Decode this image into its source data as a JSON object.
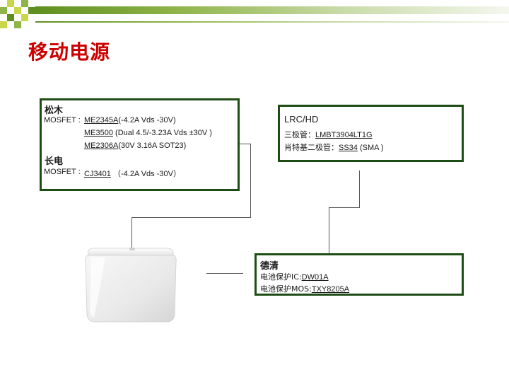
{
  "header": {
    "title": "移动电源"
  },
  "colors": {
    "title": "#cc0000",
    "box_border": "#1d4d14",
    "bar_start": "#5f8f1f",
    "square_green": "#8fb44a",
    "square_yellow": "#c9d84a"
  },
  "box_left": {
    "vendor1": "松木",
    "mosfet_label": "MOSFET :",
    "row1_part": "ME2345A",
    "row1_spec": "(-4.2A Vds -30V)",
    "row2_part": "ME3500",
    "row2_spec": " (Dual 4.5/-3.23A  Vds ±30V  )",
    "row3_part": "ME2306A",
    "row3_spec": "(30V 3.16A  SOT23)",
    "vendor2": "长电",
    "mosfet2_label": "MOSFET :",
    "row4_part": "CJ3401",
    "row4_spec": " （-4.2A  Vds -30V）"
  },
  "box_right_top": {
    "vendor": "LRC/HD",
    "row1_label": "三极管：",
    "row1_part": "LMBT3904LT1G",
    "row2_label": "肖特基二极管：",
    "row2_part": "SS34",
    "row2_spec": " (SMA  )"
  },
  "box_right_bottom": {
    "vendor": "德清",
    "row1_label": "电池保护IC:",
    "row1_part": "DW01A",
    "row2_label": "电池保护MOS:",
    "row2_part": "TXY8205A"
  },
  "product": {
    "icon": "power-bank-image"
  }
}
